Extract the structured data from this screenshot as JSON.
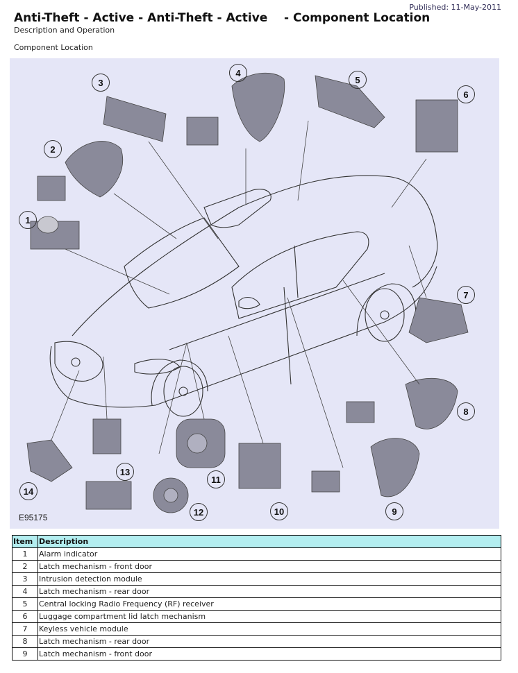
{
  "header": {
    "published": "Published: 11-May-2011",
    "title": "Anti-Theft - Active - Anti-Theft - Active    - Component Location",
    "subtitle": "Description and Operation",
    "section_label": "Component Location"
  },
  "figure": {
    "figure_id": "E95175",
    "callouts": [
      "1",
      "2",
      "3",
      "4",
      "5",
      "6",
      "7",
      "8",
      "9",
      "10",
      "11",
      "12",
      "13",
      "14"
    ]
  },
  "table": {
    "headers": [
      "Item",
      "Description"
    ],
    "rows": [
      {
        "item": "1",
        "description": "Alarm indicator"
      },
      {
        "item": "2",
        "description": "Latch mechanism - front door"
      },
      {
        "item": "3",
        "description": "Intrusion detection module"
      },
      {
        "item": "4",
        "description": "Latch mechanism - rear door"
      },
      {
        "item": "5",
        "description": "Central locking Radio Frequency (RF) receiver"
      },
      {
        "item": "6",
        "description": "Luggage compartment lid latch mechanism"
      },
      {
        "item": "7",
        "description": "Keyless vehicle module"
      },
      {
        "item": "8",
        "description": "Latch mechanism - rear door"
      },
      {
        "item": "9",
        "description": "Latch mechanism - front door"
      }
    ]
  },
  "colors": {
    "figure_background": "#e5e6f7",
    "table_header_background": "#b3eef0"
  }
}
